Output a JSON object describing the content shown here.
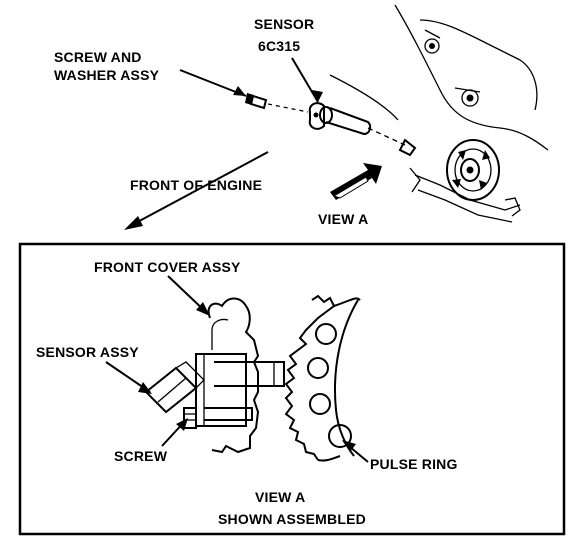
{
  "labels": {
    "sensor": "SENSOR",
    "sensor_part": "6C315",
    "screw_washer_1": "SCREW AND",
    "screw_washer_2": "WASHER ASSY",
    "front_of_engine": "FRONT OF ENGINE",
    "view_a_top": "VIEW A",
    "front_cover": "FRONT COVER ASSY",
    "sensor_assy": "SENSOR ASSY",
    "screw": "SCREW",
    "pulse_ring": "PULSE RING",
    "view_a_bottom": "VIEW A",
    "shown_assembled": "SHOWN ASSEMBLED"
  },
  "icons": [
    "engine-outline",
    "sensor-6c315",
    "screw-washer",
    "pulley",
    "view-arrow",
    "front-cover",
    "pulse-ring",
    "sensor-assy",
    "screw"
  ],
  "colors": {
    "ink": "#000000",
    "paper": "#ffffff"
  }
}
